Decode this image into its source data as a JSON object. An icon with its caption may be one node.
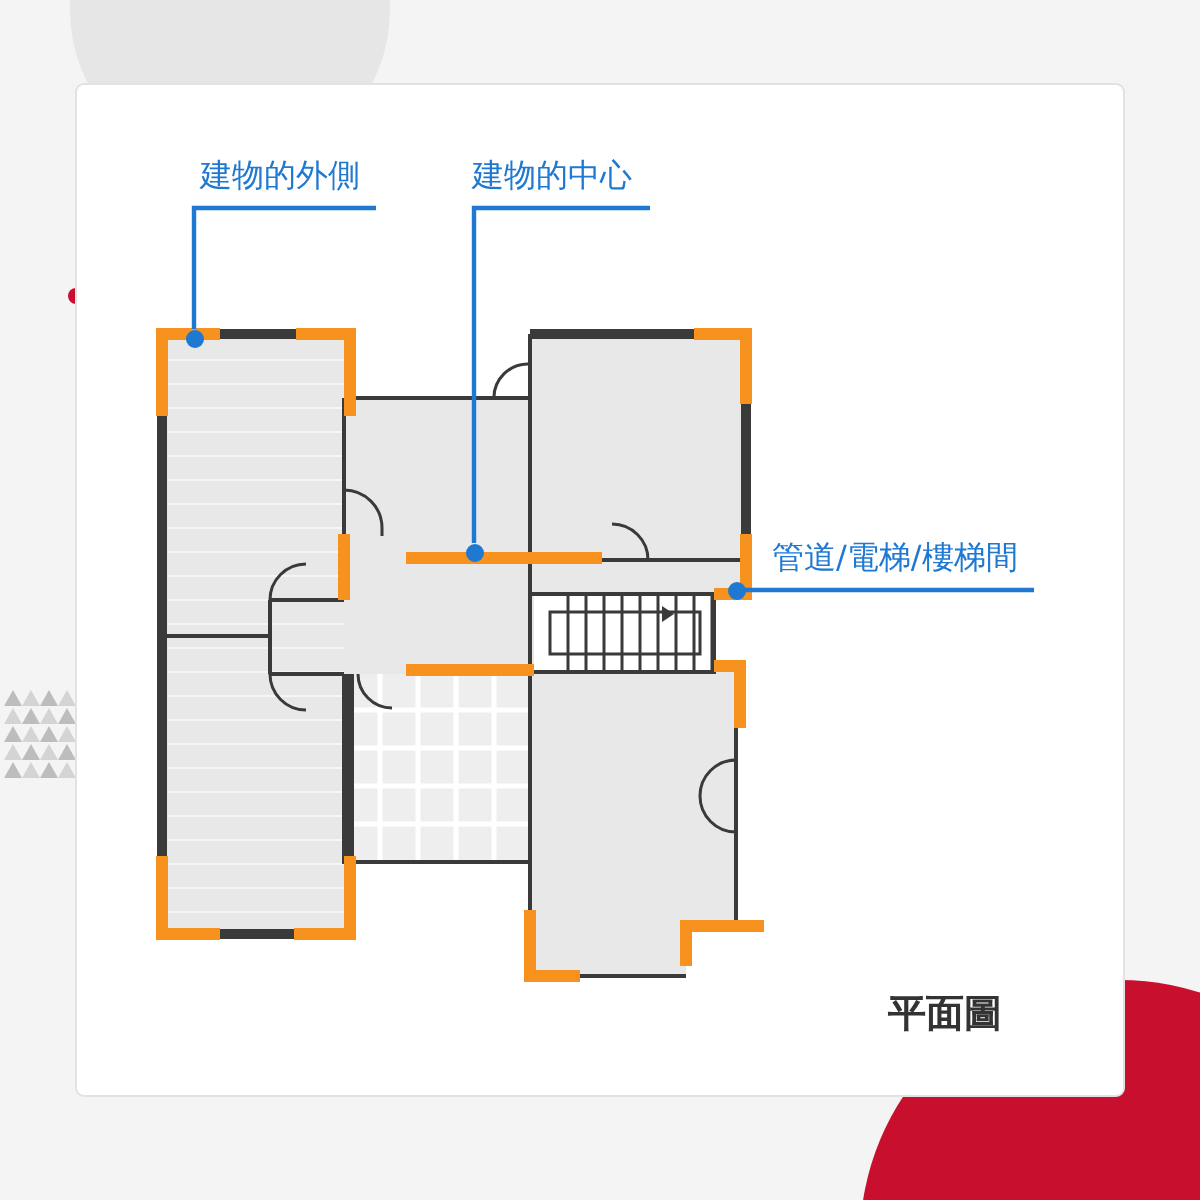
{
  "diagram": {
    "nodes": [
      {
        "text": [
          "建物的外側"
        ]
      },
      {
        "text": [
          "建物的中心"
        ]
      },
      {
        "text": [
          "管道/電梯/樓梯間"
        ]
      },
      {
        "text": [],
        "shape": "circle"
      },
      {
        "text": [],
        "shape": "circle"
      },
      {
        "text": [],
        "shape": "circle"
      }
    ],
    "edges": [
      {
        "from": 0,
        "to": 3,
        "arrow": "none"
      },
      {
        "from": 1,
        "to": 4,
        "arrow": "none"
      },
      {
        "from": 2,
        "to": 5,
        "arrow": "none"
      }
    ],
    "labels": [
      "平面圖"
    ]
  }
}
